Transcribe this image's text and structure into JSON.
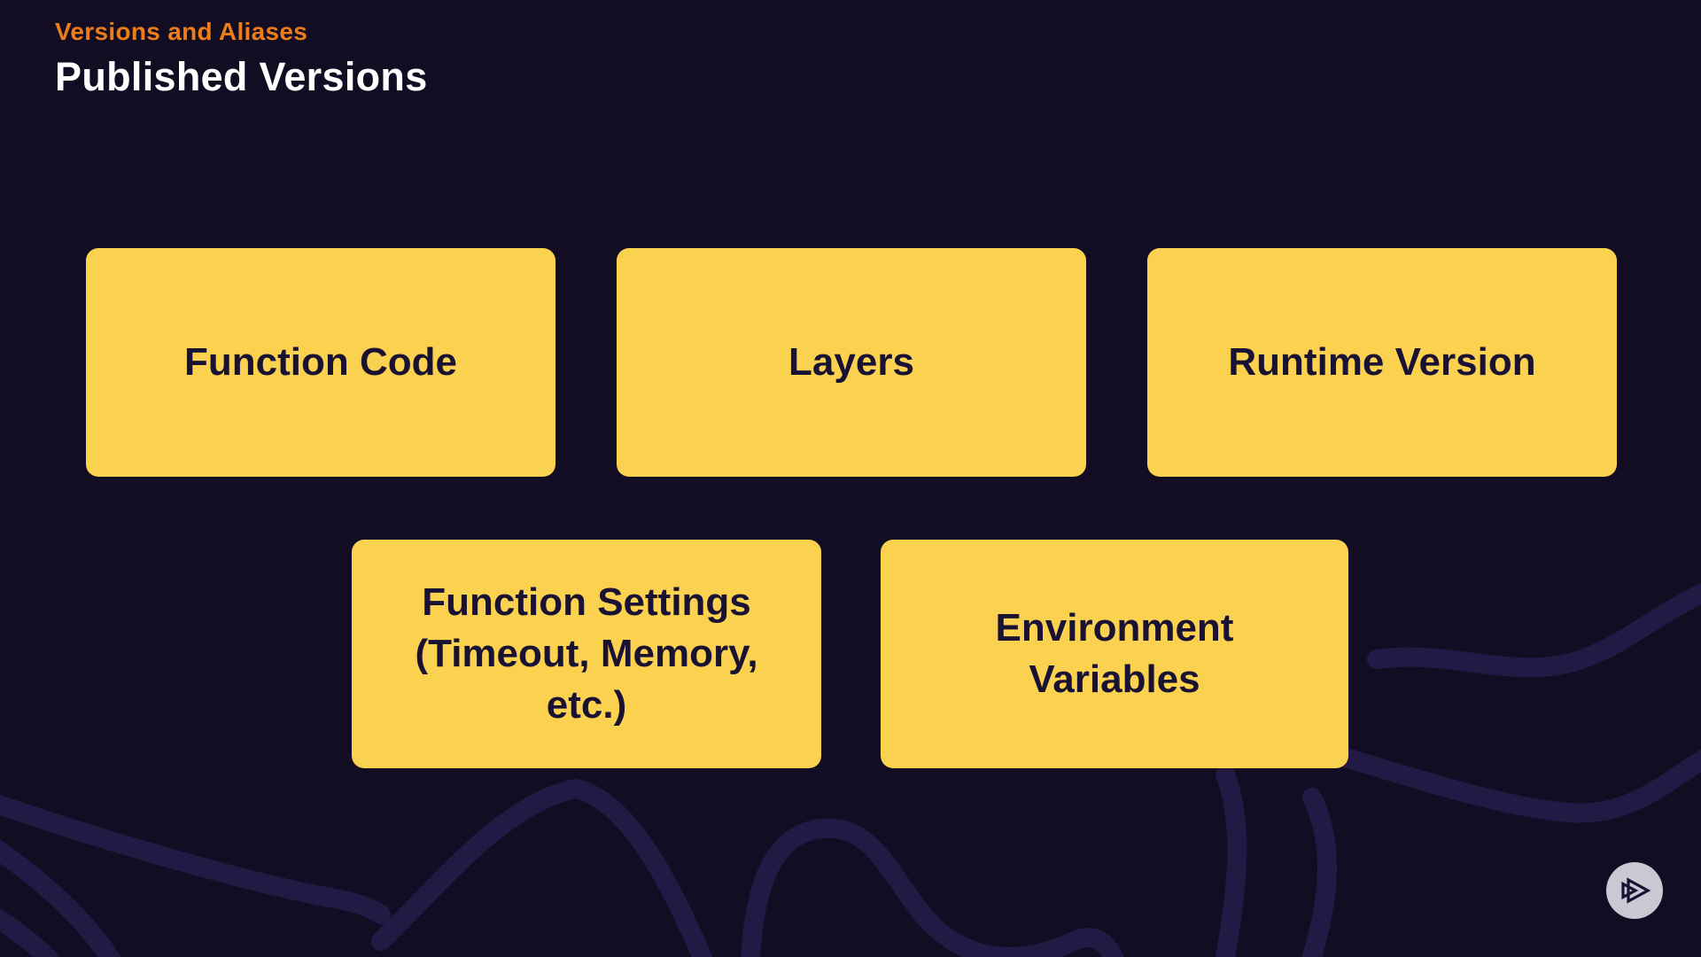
{
  "header": {
    "eyebrow": "Versions and Aliases",
    "title": "Published Versions"
  },
  "cards": [
    {
      "label": "Function Code"
    },
    {
      "label": "Layers"
    },
    {
      "label": "Runtime Version"
    },
    {
      "label": "Function Settings\n(Timeout, Memory,\netc.)"
    },
    {
      "label": "Environment\nVariables"
    }
  ],
  "logo": {
    "icon": "pluralsight-play-triangles"
  },
  "colors": {
    "background": "#120D23",
    "accent": "#ED7D1A",
    "card": "#FBD250",
    "card_text": "#1A1233",
    "contour": "#221A44",
    "logo_circle": "#C9C8D3"
  }
}
